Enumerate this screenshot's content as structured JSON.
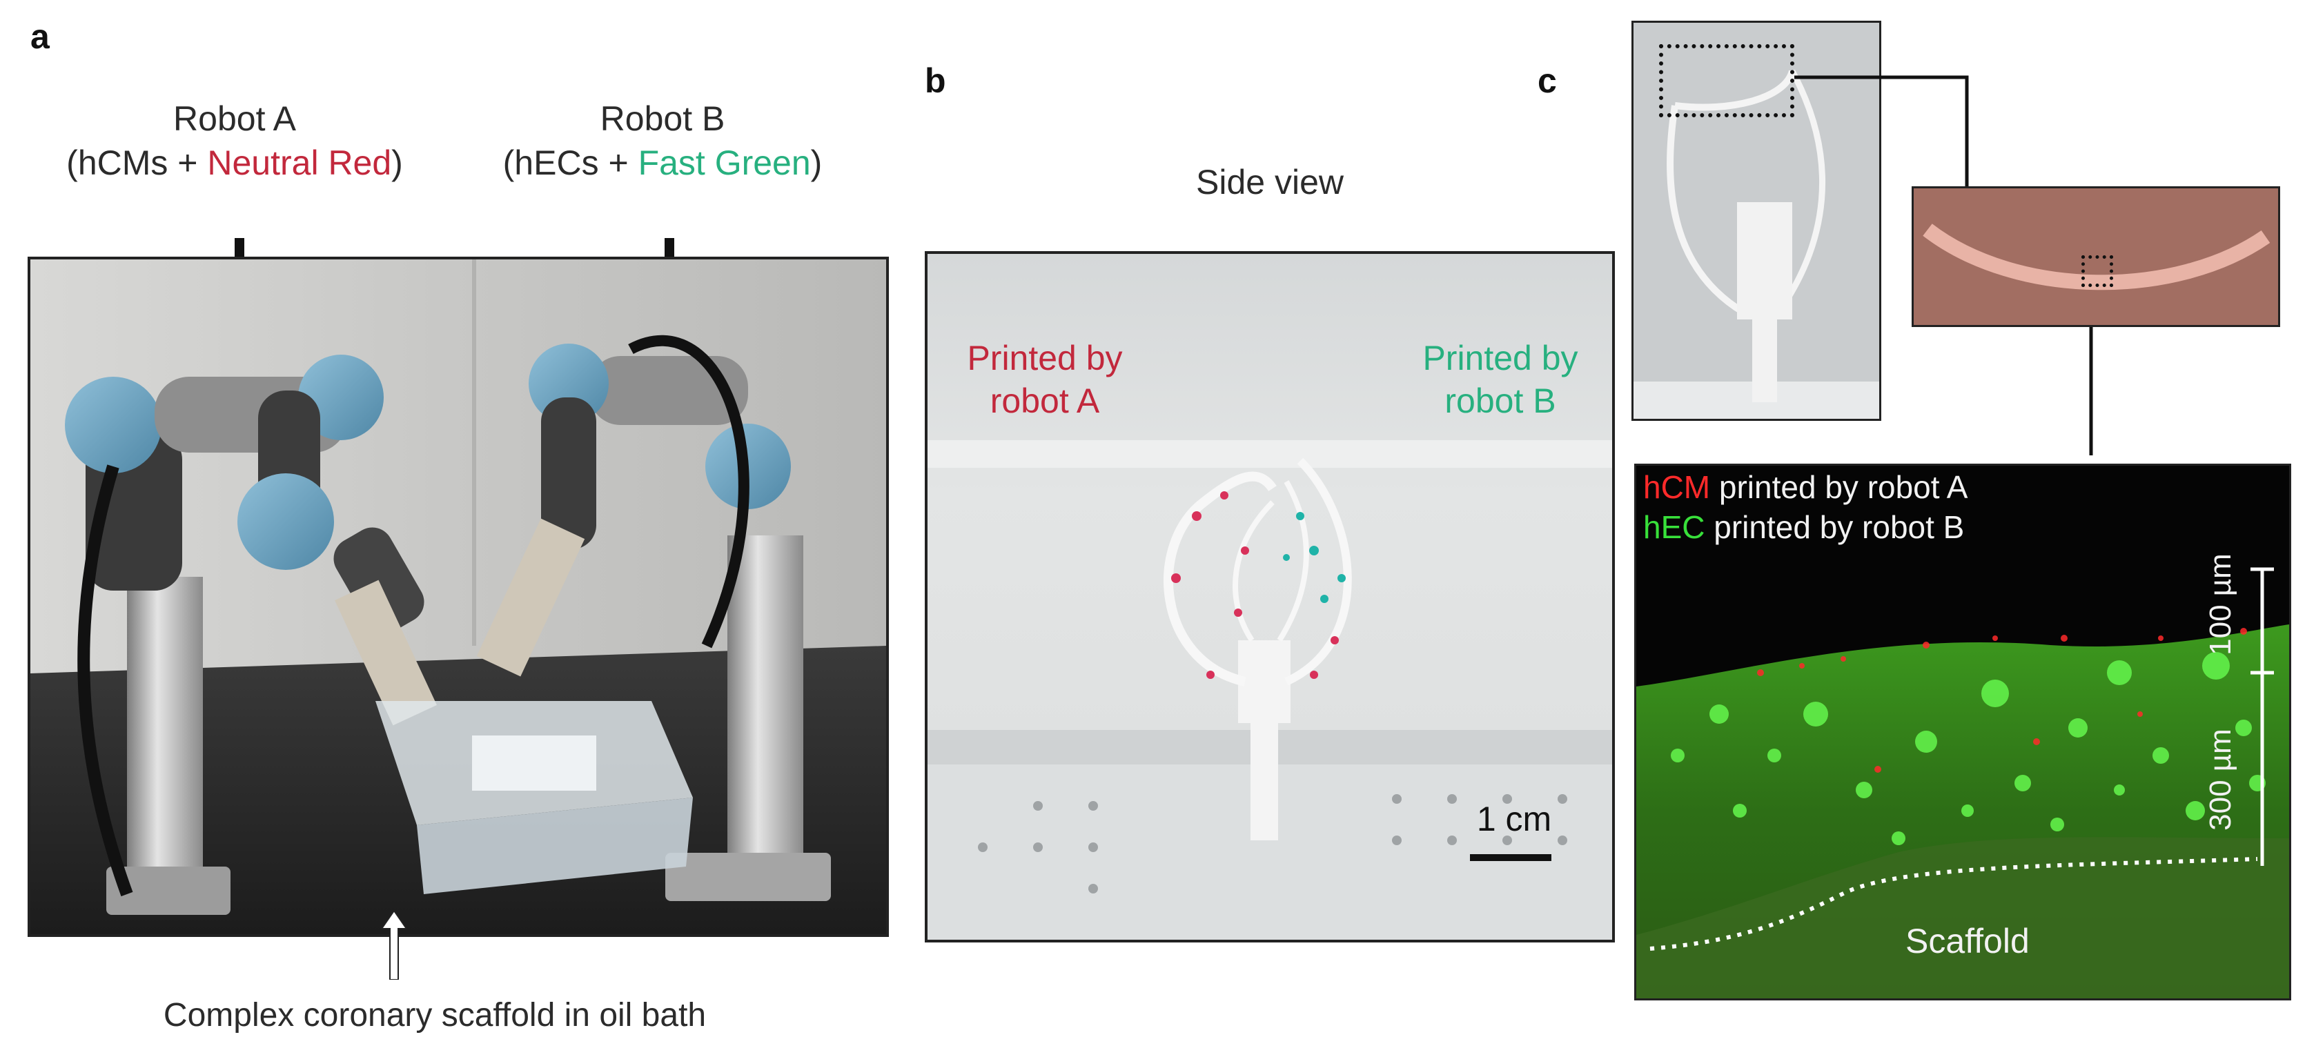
{
  "panels": {
    "a": {
      "letter": "a",
      "robot_a": {
        "title": "Robot A",
        "cells": "(hCMs + ",
        "dye": "Neutral Red",
        "close": ")"
      },
      "robot_b": {
        "title": "Robot B",
        "cells": "(hECs + ",
        "dye": "Fast Green",
        "close": ")"
      },
      "caption": "Complex coronary scaffold  in oil bath"
    },
    "b": {
      "letter": "b",
      "title": "Side view",
      "printed_a_line1": "Printed by",
      "printed_a_line2": "robot A",
      "printed_b_line1": "Printed by",
      "printed_b_line2": "robot B",
      "scale_bar": "1 cm"
    },
    "c": {
      "letter": "c",
      "legend_hcm": "hCM",
      "legend_hcm_rest": " printed by robot A",
      "legend_hec": "hEC",
      "legend_hec_rest": " printed by robot B",
      "scale_100": "100 µm",
      "scale_300": "300 µm",
      "scaffold": "Scaffold"
    }
  },
  "colors": {
    "neutral_red": "#c2283c",
    "fast_green": "#27b07f",
    "fluo_red": "#ff2a2a",
    "fluo_green": "#38e03a"
  }
}
